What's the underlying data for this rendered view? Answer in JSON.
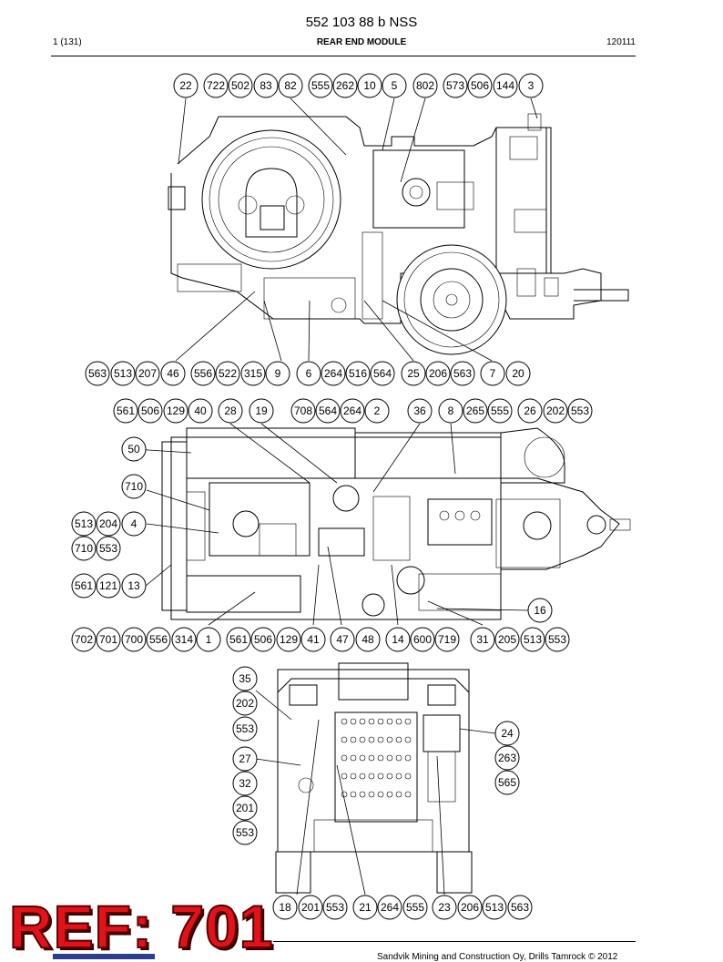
{
  "header": {
    "doc_number": "552 103 88 b NSS",
    "page": "1 (131)",
    "title": "REAR END MODULE",
    "date": "120111"
  },
  "footer": {
    "copyright": "Sandvik Mining and Construction Oy, Drills Tamrock © 2012"
  },
  "ref_stamp": "REF: 701",
  "views": {
    "side_view": {
      "callouts_top": [
        "22",
        "722",
        "502",
        "83",
        "82",
        "555",
        "262",
        "10",
        "5",
        "802",
        "573",
        "506",
        "144",
        "3"
      ],
      "callouts_bottom": [
        "563",
        "513",
        "207",
        "46",
        "556",
        "522",
        "315",
        "9",
        "6",
        "264",
        "516",
        "564",
        "25",
        "206",
        "563",
        "7",
        "20"
      ]
    },
    "top_view": {
      "callouts_top": [
        "561",
        "506",
        "129",
        "40",
        "28",
        "19",
        "708",
        "564",
        "264",
        "2",
        "36",
        "8",
        "265",
        "555",
        "26",
        "202",
        "553"
      ],
      "callouts_left": [
        "50",
        "710",
        "513",
        "204",
        "4",
        "710",
        "553",
        "561",
        "121",
        "13"
      ],
      "callouts_right": [
        "16"
      ],
      "callouts_bottom": [
        "702",
        "701",
        "700",
        "556",
        "314",
        "1",
        "561",
        "506",
        "129",
        "41",
        "47",
        "48",
        "14",
        "600",
        "719",
        "31",
        "205",
        "513",
        "553"
      ]
    },
    "rear_view": {
      "callouts_left": [
        "35",
        "202",
        "553",
        "27",
        "32",
        "201",
        "553"
      ],
      "callouts_right": [
        "24",
        "263",
        "565"
      ],
      "callouts_bottom": [
        "18",
        "201",
        "553",
        "21",
        "264",
        "555",
        "23",
        "206",
        "513",
        "563"
      ]
    }
  }
}
